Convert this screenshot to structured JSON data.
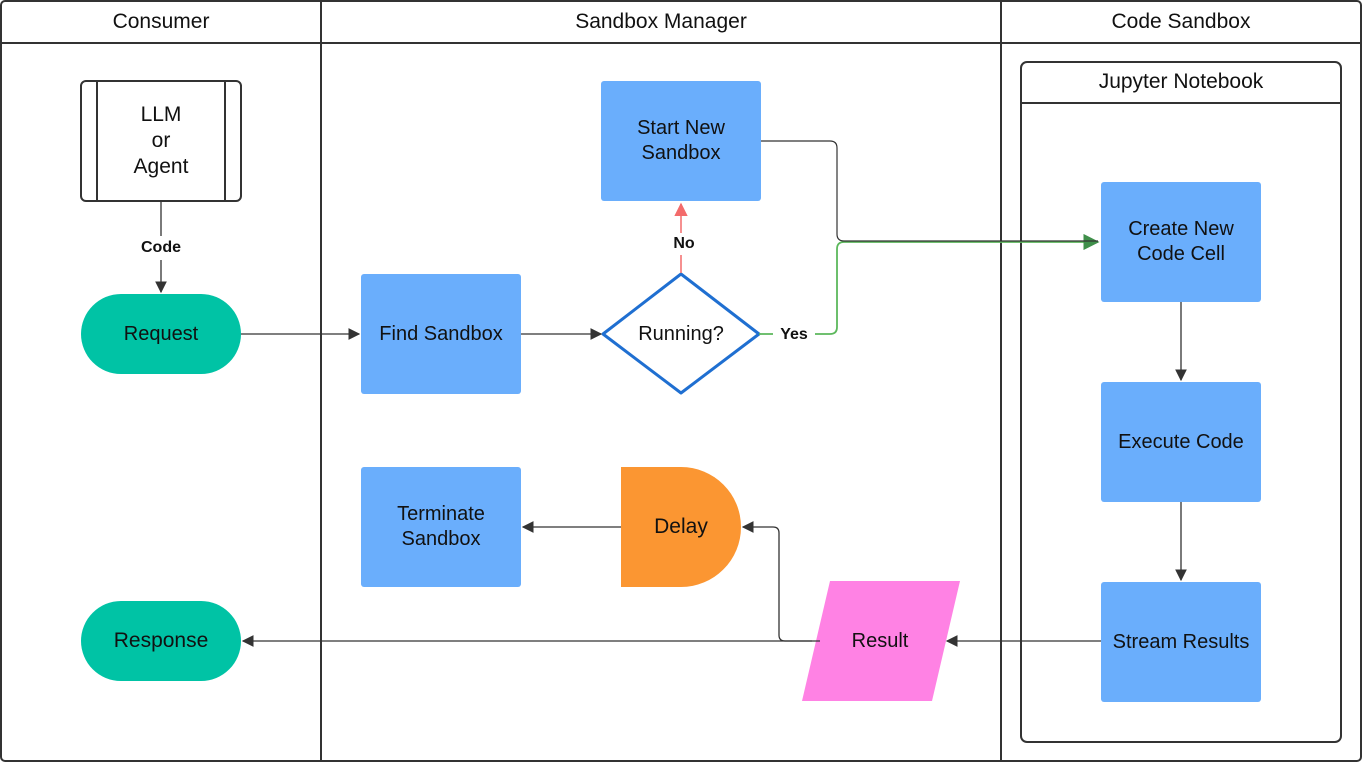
{
  "lanes": {
    "consumer": "Consumer",
    "sandbox_manager": "Sandbox Manager",
    "code_sandbox": "Code Sandbox",
    "jupyter": "Jupyter Notebook"
  },
  "nodes": {
    "llm_agent": "LLM\nor\nAgent",
    "request": "Request",
    "response": "Response",
    "find_sandbox": "Find Sandbox",
    "running": "Running?",
    "start_new_sandbox": "Start New\nSandbox",
    "terminate_sandbox": "Terminate\nSandbox",
    "delay": "Delay",
    "result": "Result",
    "create_code_cell": "Create New\nCode Cell",
    "execute_code": "Execute Code",
    "stream_results": "Stream Results"
  },
  "edges": {
    "code": "Code",
    "no": "No",
    "yes": "Yes"
  },
  "colors": {
    "process_blue": "#6aaefc",
    "terminal_teal": "#00c3a5",
    "delay_orange": "#fb9632",
    "data_pink": "#ff82e4",
    "decision_stroke": "#1f6fd1",
    "no_edge_red": "#f36b6b",
    "yes_edge_green": "#5cb85c",
    "lane_border": "#333333"
  }
}
